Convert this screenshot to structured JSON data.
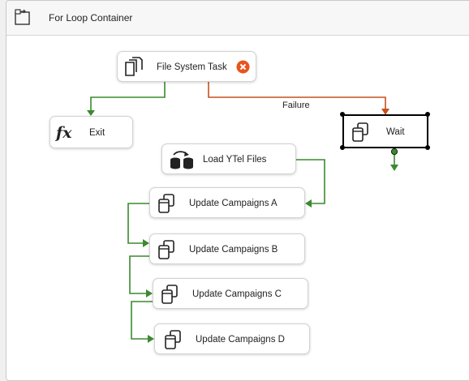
{
  "container": {
    "title": "For Loop Container",
    "icon": "container-collapse-icon"
  },
  "tasks": {
    "file_system": {
      "label": "File System Task",
      "icon": "file-system-task-icon",
      "status": "error-icon"
    },
    "exit": {
      "label": "Exit",
      "icon": "fx-expression-icon"
    },
    "wait": {
      "label": "Wait",
      "icon": "execute-sql-task-icon"
    },
    "load_ytel": {
      "label": "Load YTel Files",
      "icon": "data-flow-task-icon"
    },
    "update_a": {
      "label": "Update Campaigns A",
      "icon": "execute-sql-task-icon"
    },
    "update_b": {
      "label": "Update Campaigns B",
      "icon": "execute-sql-task-icon"
    },
    "update_c": {
      "label": "Update Campaigns C",
      "icon": "execute-sql-task-icon"
    },
    "update_d": {
      "label": "Update Campaigns D",
      "icon": "execute-sql-task-icon"
    }
  },
  "constraints": {
    "failure_label": "Failure",
    "success_color": "#3a8a2e",
    "failure_color": "#c8501e"
  }
}
